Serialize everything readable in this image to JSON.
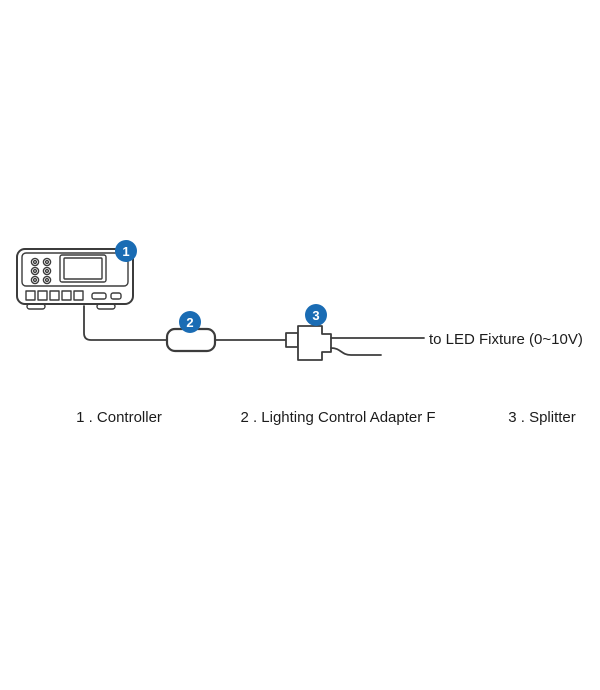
{
  "diagram": {
    "markers": [
      {
        "number": "1"
      },
      {
        "number": "2"
      },
      {
        "number": "3"
      }
    ],
    "wire_label": "to LED Fixture (0~10V)",
    "legend": [
      {
        "text": "1 . Controller"
      },
      {
        "text": "2 . Lighting Control Adapter F"
      },
      {
        "text": "3 . Splitter"
      }
    ],
    "colors": {
      "marker_background": "#1a6cb4",
      "marker_text": "#ffffff",
      "line_art": "#3c3c3c",
      "background": "#ffffff"
    }
  }
}
